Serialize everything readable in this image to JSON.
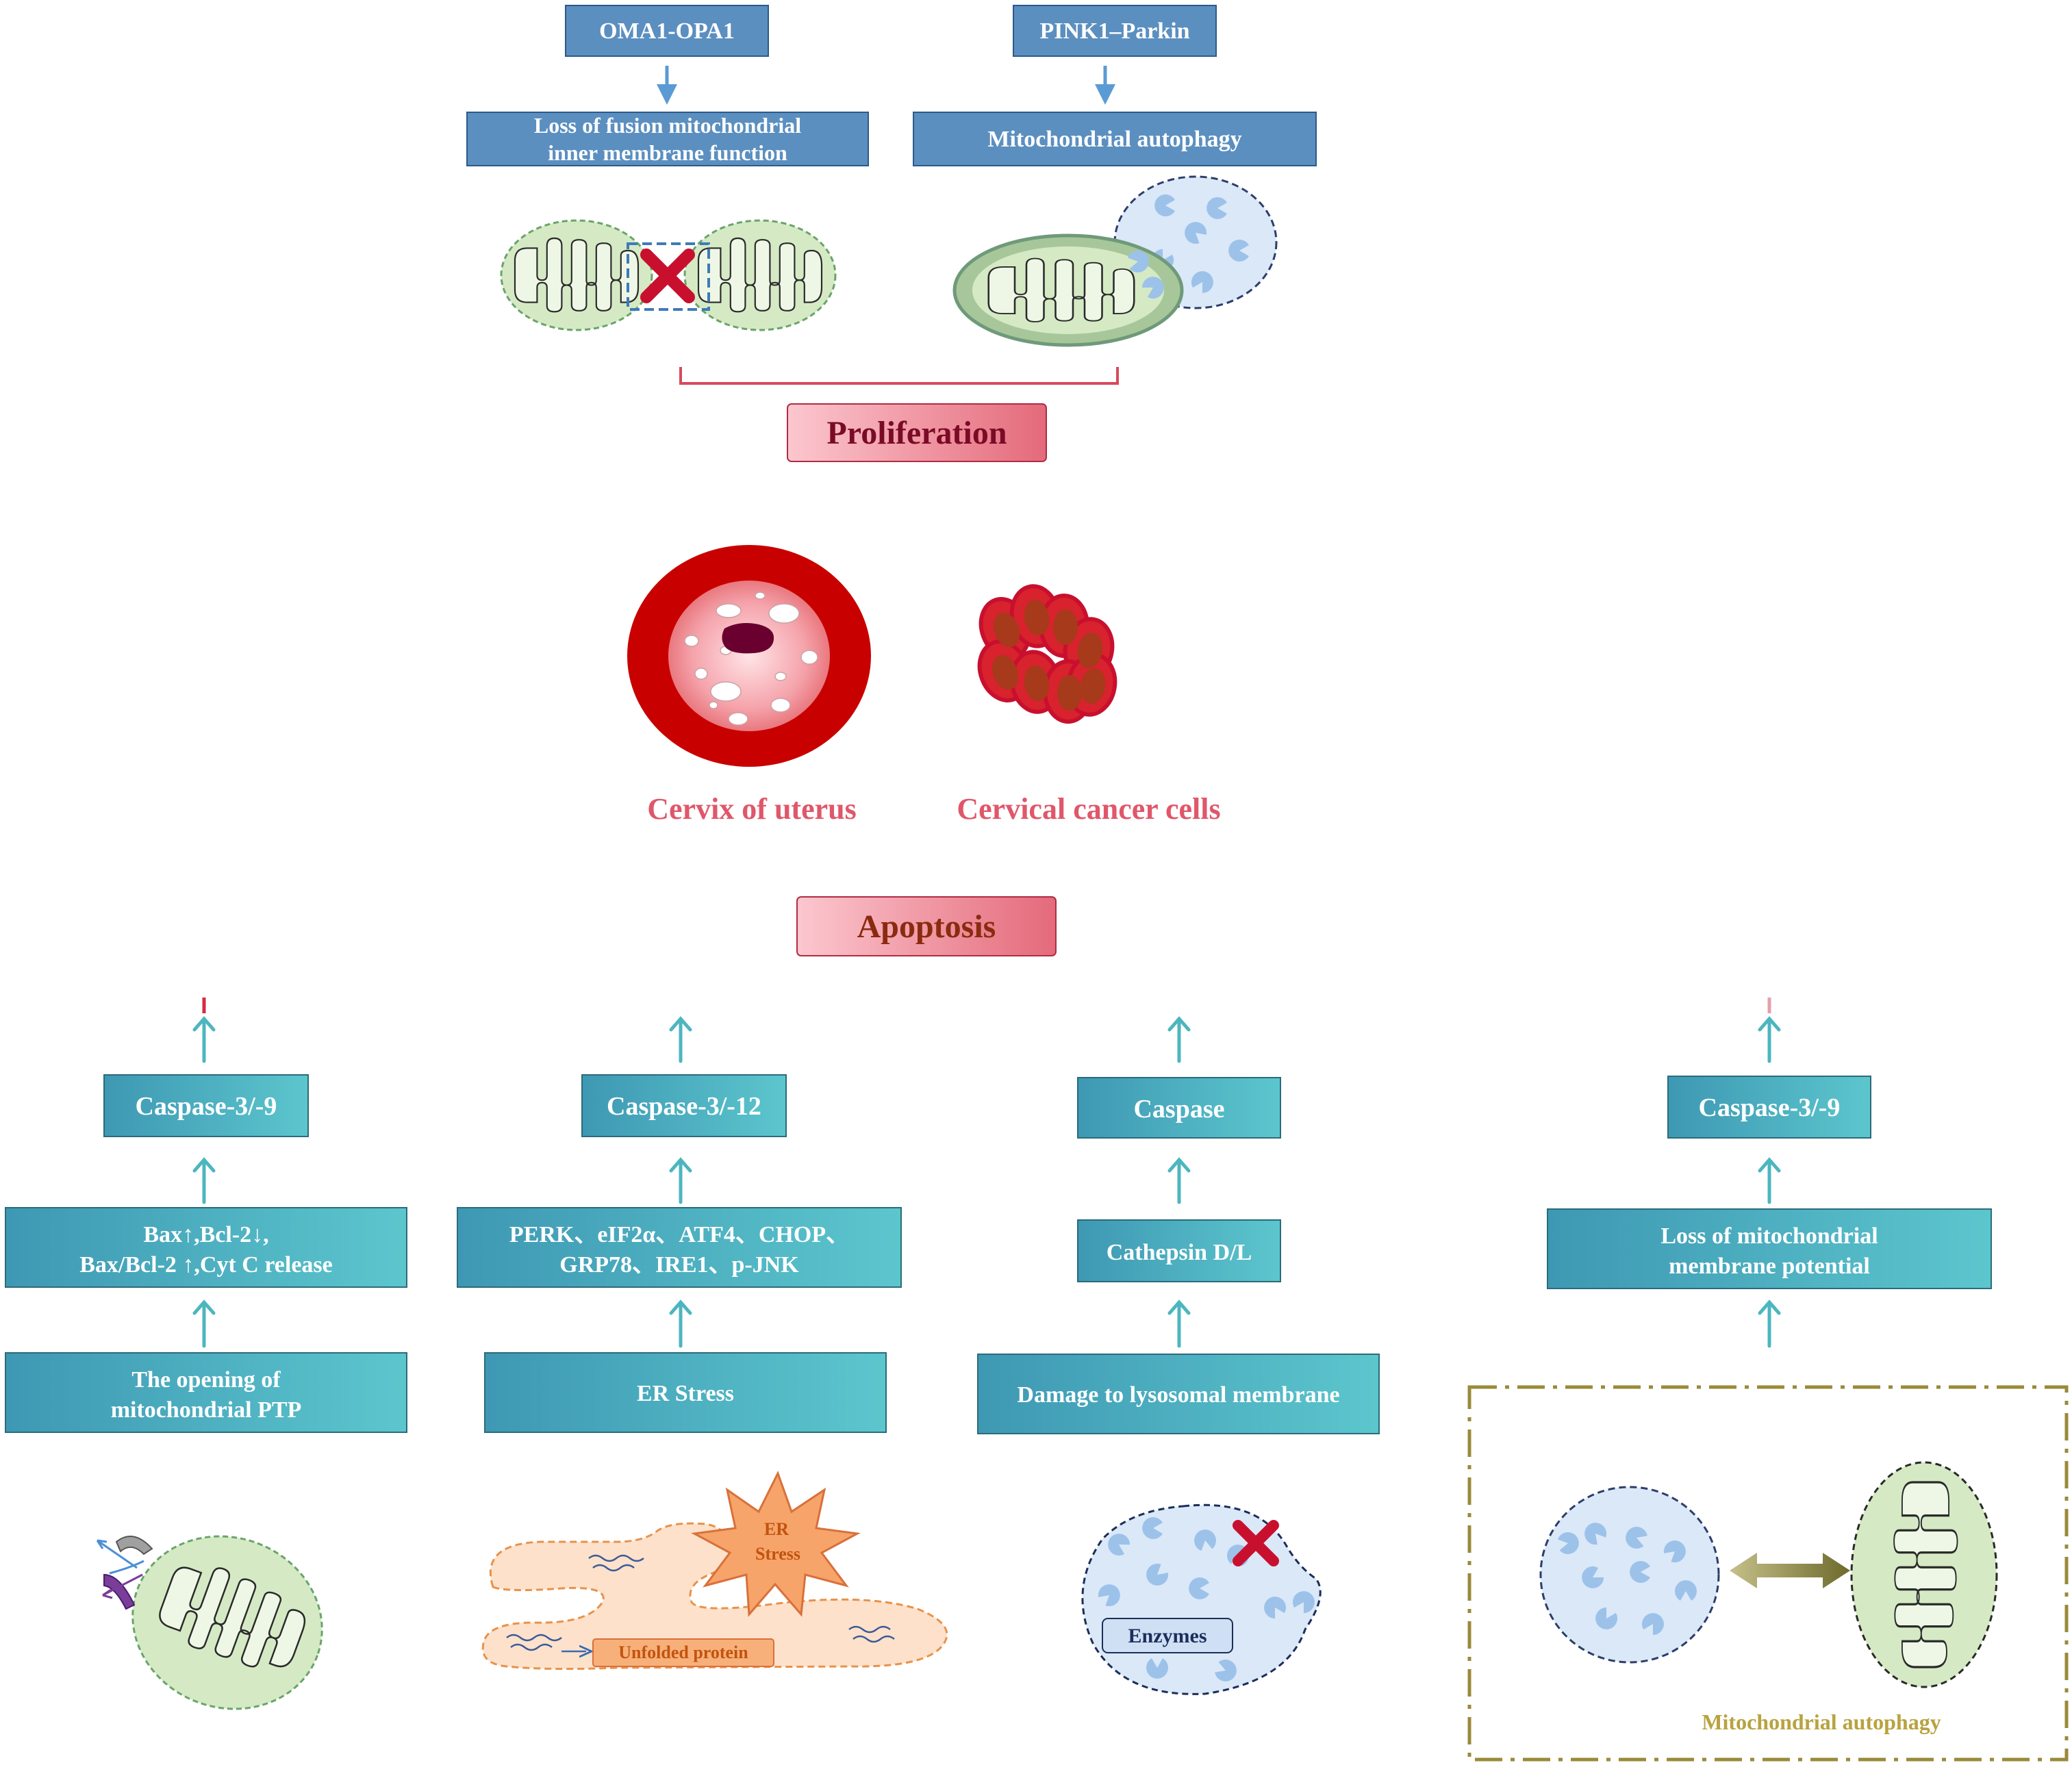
{
  "top": {
    "oma1": "OMA1-OPA1",
    "pink1": "PINK1–Parkin",
    "fusion_loss": [
      "Loss of fusion mitochondrial",
      "inner membrane function"
    ],
    "autophagy": "Mitochondrial autophagy",
    "proliferation": "Proliferation"
  },
  "middle": {
    "cervix": "Cervix of uterus",
    "cancer_cells": "Cervical cancer cells",
    "apoptosis": "Apoptosis"
  },
  "columns": [
    {
      "caspase": "Caspase-3/-9",
      "mid": [
        "Bax↑,Bcl-2↓,",
        "Bax/Bcl-2 ↑,Cyt C release"
      ],
      "trigger": [
        "The opening of",
        "mitochondrial PTP"
      ]
    },
    {
      "caspase": "Caspase-3/-12",
      "mid": [
        "PERK、eIF2α、ATF4、CHOP、",
        "GRP78、IRE1、p-JNK"
      ],
      "trigger": [
        "ER Stress"
      ]
    },
    {
      "caspase": "Caspase",
      "mid": [
        "Cathepsin D/L"
      ],
      "trigger": [
        "Damage to lysosomal membrane"
      ]
    },
    {
      "caspase": "Caspase-3/-9",
      "mid": [
        "Loss of mitochondrial",
        "membrane potential"
      ],
      "trigger": []
    }
  ],
  "illustrations": {
    "er_stress_burst": [
      "ER",
      "Stress"
    ],
    "unfolded_protein": "Unfolded protein",
    "enzymes": "Enzymes",
    "autophagy_box": "Mitochondrial autophagy"
  },
  "colors": {
    "top_box": "#5b8fc0",
    "teal_box_start": "#3f9bb5",
    "teal_box_end": "#5cc4cc",
    "arrow_blue": "#5b9bd5",
    "arrow_teal": "#4cb6c0",
    "red_line": "#d84a5c",
    "pink_label": "#d9455f",
    "mito_fill": "#d5eac4",
    "lysosome_fill": "#dbe8f8",
    "autophagy_border": "#9a8a3a"
  }
}
